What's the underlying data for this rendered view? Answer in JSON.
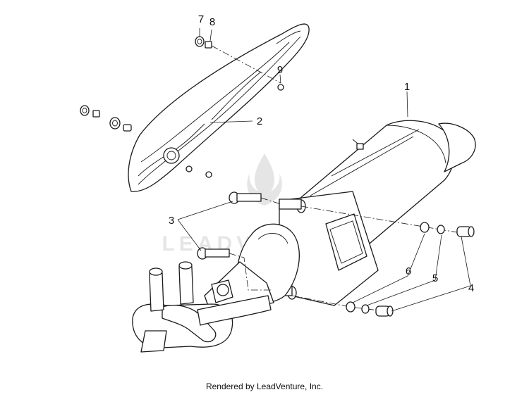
{
  "callouts": [
    {
      "id": "1",
      "label": "1"
    },
    {
      "id": "2",
      "label": "2"
    },
    {
      "id": "3",
      "label": "3"
    },
    {
      "id": "4",
      "label": "4"
    },
    {
      "id": "5",
      "label": "5"
    },
    {
      "id": "6",
      "label": "6"
    },
    {
      "id": "7",
      "label": "7"
    },
    {
      "id": "8",
      "label": "8"
    },
    {
      "id": "9",
      "label": "9"
    }
  ],
  "watermark": {
    "text": "LEADVENTURE",
    "logo": "flame-logo-icon"
  },
  "footer": {
    "text": "Rendered by LeadVenture, Inc."
  }
}
